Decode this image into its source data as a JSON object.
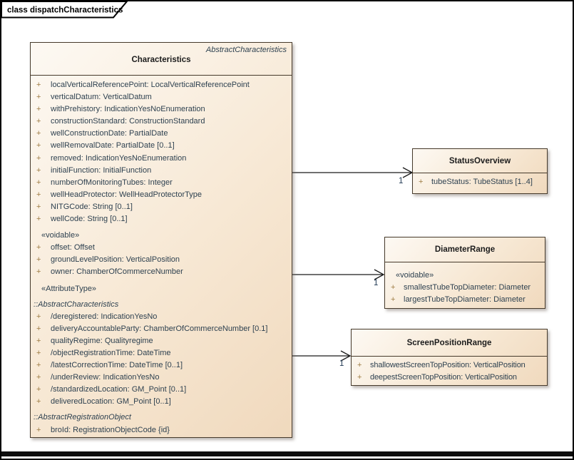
{
  "frame": {
    "label": "class dispatchCharacteristics"
  },
  "colors": {
    "box_fill_light": "#fdf9f3",
    "box_fill_dark": "#f0d9bd",
    "box_border": "#463a2b",
    "text": "#2e4150",
    "visibility_plus": "#9d7b42",
    "multiplicity": "#223a54"
  },
  "classes": {
    "characteristics": {
      "abstract_parent": "AbstractCharacteristics",
      "name": "Characteristics",
      "items": [
        {
          "type": "attr",
          "vis": "+",
          "text": "localVerticalReferencePoint: LocalVerticalReferencePoint"
        },
        {
          "type": "attr",
          "vis": "+",
          "text": "verticalDatum: VerticalDatum"
        },
        {
          "type": "attr",
          "vis": "+",
          "text": "withPrehistory: IndicationYesNoEnumeration"
        },
        {
          "type": "attr",
          "vis": "+",
          "text": "constructionStandard: ConstructionStandard"
        },
        {
          "type": "attr",
          "vis": "+",
          "text": "wellConstructionDate: PartialDate"
        },
        {
          "type": "attr",
          "vis": "+",
          "text": "wellRemovalDate: PartialDate [0..1]"
        },
        {
          "type": "attr",
          "vis": "+",
          "text": "removed: IndicationYesNoEnumeration"
        },
        {
          "type": "attr",
          "vis": "+",
          "text": "initialFunction: InitialFunction"
        },
        {
          "type": "attr",
          "vis": "+",
          "text": "numberOfMonitoringTubes: Integer"
        },
        {
          "type": "attr",
          "vis": "+",
          "text": "wellHeadProtector: WellHeadProtectorType"
        },
        {
          "type": "attr",
          "vis": "+",
          "text": "NITGCode: String [0..1]"
        },
        {
          "type": "attr",
          "vis": "+",
          "text": "wellCode: String [0..1]"
        },
        {
          "type": "group",
          "text": "«voidable»"
        },
        {
          "type": "attr",
          "vis": "+",
          "text": "offset: Offset"
        },
        {
          "type": "attr",
          "vis": "+",
          "text": "groundLevelPosition: VerticalPosition"
        },
        {
          "type": "attr",
          "vis": "+",
          "text": "owner: ChamberOfCommerceNumber"
        },
        {
          "type": "group",
          "text": "«AttributeType»"
        },
        {
          "type": "parent",
          "text": "::AbstractCharacteristics"
        },
        {
          "type": "attr",
          "vis": "+",
          "text": "/deregistered: IndicationYesNo"
        },
        {
          "type": "attr",
          "vis": "+",
          "text": "deliveryAccountableParty: ChamberOfCommerceNumber [0.1]"
        },
        {
          "type": "attr",
          "vis": "+",
          "text": "qualityRegime: Qualityregime"
        },
        {
          "type": "attr",
          "vis": "+",
          "text": "/objectRegistrationTime: DateTime"
        },
        {
          "type": "attr",
          "vis": "+",
          "text": "/latestCorrectionTime: DateTime [0..1]"
        },
        {
          "type": "attr",
          "vis": "+",
          "text": "/underReview: IndicationYesNo"
        },
        {
          "type": "attr",
          "vis": "+",
          "text": "/standardizedLocation: GM_Point [0..1]"
        },
        {
          "type": "attr",
          "vis": "+",
          "text": "deliveredLocation: GM_Point [0..1]"
        },
        {
          "type": "parent",
          "text": "::AbstractRegistrationObject"
        },
        {
          "type": "attr",
          "vis": "+",
          "text": "broId: RegistrationObjectCode {id}"
        }
      ]
    },
    "status_overview": {
      "name": "StatusOverview",
      "items": [
        {
          "type": "attr",
          "vis": "+",
          "text": "tubeStatus: TubeStatus [1..4]"
        }
      ]
    },
    "diameter_range": {
      "name": "DiameterRange",
      "items": [
        {
          "type": "group",
          "text": "«voidable»"
        },
        {
          "type": "attr",
          "vis": "+",
          "text": "smallestTubeTopDiameter: Diameter"
        },
        {
          "type": "attr",
          "vis": "+",
          "text": "largestTubeTopDiameter: Diameter"
        }
      ]
    },
    "screen_position_range": {
      "name": "ScreenPositionRange",
      "items": [
        {
          "type": "attr",
          "vis": "+",
          "text": "shallowestScreenTopPosition: VerticalPosition"
        },
        {
          "type": "attr",
          "vis": "+",
          "text": "deepestScreenTopPosition: VerticalPosition"
        }
      ]
    }
  },
  "connectors": [
    {
      "source": "Characteristics",
      "target": "StatusOverview",
      "multiplicity": "1"
    },
    {
      "source": "Characteristics",
      "target": "DiameterRange",
      "multiplicity": "1"
    },
    {
      "source": "Characteristics",
      "target": "ScreenPositionRange",
      "multiplicity": "1"
    }
  ]
}
